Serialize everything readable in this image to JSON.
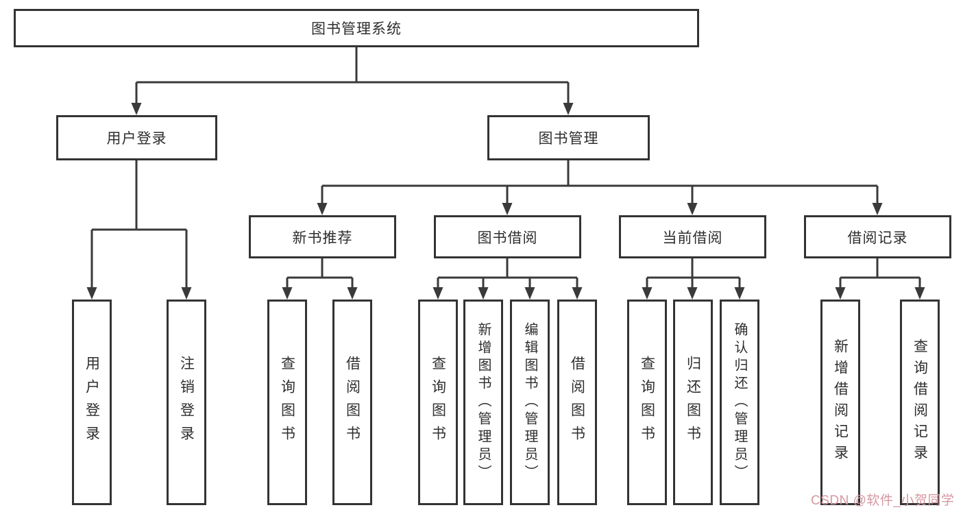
{
  "diagram": {
    "tree": {
      "root": {
        "label": "图书管理系统",
        "children": [
          {
            "label": "用户登录",
            "children": [
              {
                "label": "用户登录"
              },
              {
                "label": "注销登录"
              }
            ]
          },
          {
            "label": "图书管理",
            "children": [
              {
                "label": "新书推荐",
                "children": [
                  {
                    "label": "查询图书"
                  },
                  {
                    "label": "借阅图书"
                  }
                ]
              },
              {
                "label": "图书借阅",
                "children": [
                  {
                    "label": "查询图书"
                  },
                  {
                    "label": "新增图书（管理员）"
                  },
                  {
                    "label": "编辑图书（管理员）"
                  },
                  {
                    "label": "借阅图书"
                  }
                ]
              },
              {
                "label": "当前借阅",
                "children": [
                  {
                    "label": "查询图书"
                  },
                  {
                    "label": "归还图书"
                  },
                  {
                    "label": "确认归还（管理员）"
                  }
                ]
              },
              {
                "label": "借阅记录",
                "children": [
                  {
                    "label": "新增借阅记录"
                  },
                  {
                    "label": "查询借阅记录"
                  }
                ]
              }
            ]
          }
        ]
      }
    },
    "colors": {
      "line": "#3a3a3a",
      "box_border": "#333333",
      "text": "#2e2e2e",
      "background": "#ffffff",
      "watermark": "#d697a1"
    }
  },
  "watermark": {
    "text": "CSDN @软件_小贺同学"
  }
}
